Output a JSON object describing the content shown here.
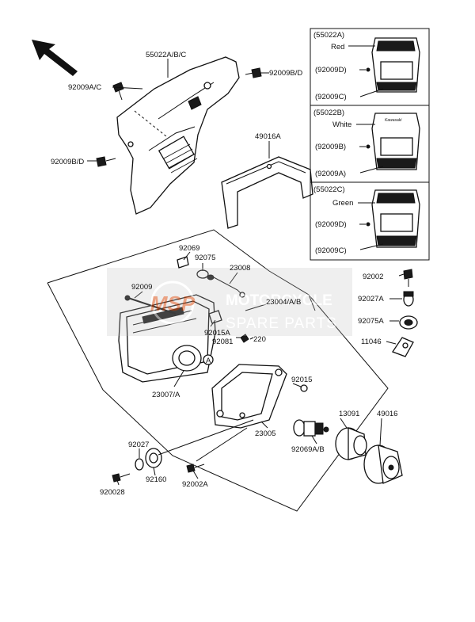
{
  "labels": {
    "cowl_main": "55022A/B/C",
    "screw_left_top": "92009A/C",
    "screw_right_top": "92009B/D",
    "screw_left_bottom": "92009B/D",
    "bracket_top": "49016A",
    "inset_a_title": "(55022A)",
    "inset_a_color": "Red",
    "inset_a_screw_d": "(92009D)",
    "inset_a_screw_c": "(92009C)",
    "inset_b_title": "(55022B)",
    "inset_b_color": "White",
    "inset_b_screw_b": "(92009B)",
    "inset_b_screw_a": "(92009A)",
    "inset_c_title": "(55022C)",
    "inset_c_color": "Green",
    "inset_c_screw_d": "(92009D)",
    "inset_c_screw_c": "(92009C)",
    "p92069": "92069",
    "p92075": "92075",
    "p23008": "23008",
    "p92009": "92009",
    "p23004": "23004/A/B",
    "p92015a": "92015A",
    "p92081": "92081",
    "p220": "220",
    "callout_a": "A",
    "p23007": "23007/A",
    "p92015": "92015",
    "p23005": "23005",
    "p13091": "13091",
    "p49016": "49016",
    "p92069ab": "92069A/B",
    "p92027_left": "92027",
    "p92160": "92160",
    "p92028": "920028",
    "p92002a": "92002A",
    "p92002": "92002",
    "p92027a": "92027A",
    "p92075a": "92075A",
    "p11046": "11046",
    "kawasaki_mark": "Kawasaki"
  },
  "watermark": {
    "line1": "MOTORCYCLE",
    "line2": "SPARE PARTS",
    "badge": "MSP",
    "color": "#d9571f"
  }
}
